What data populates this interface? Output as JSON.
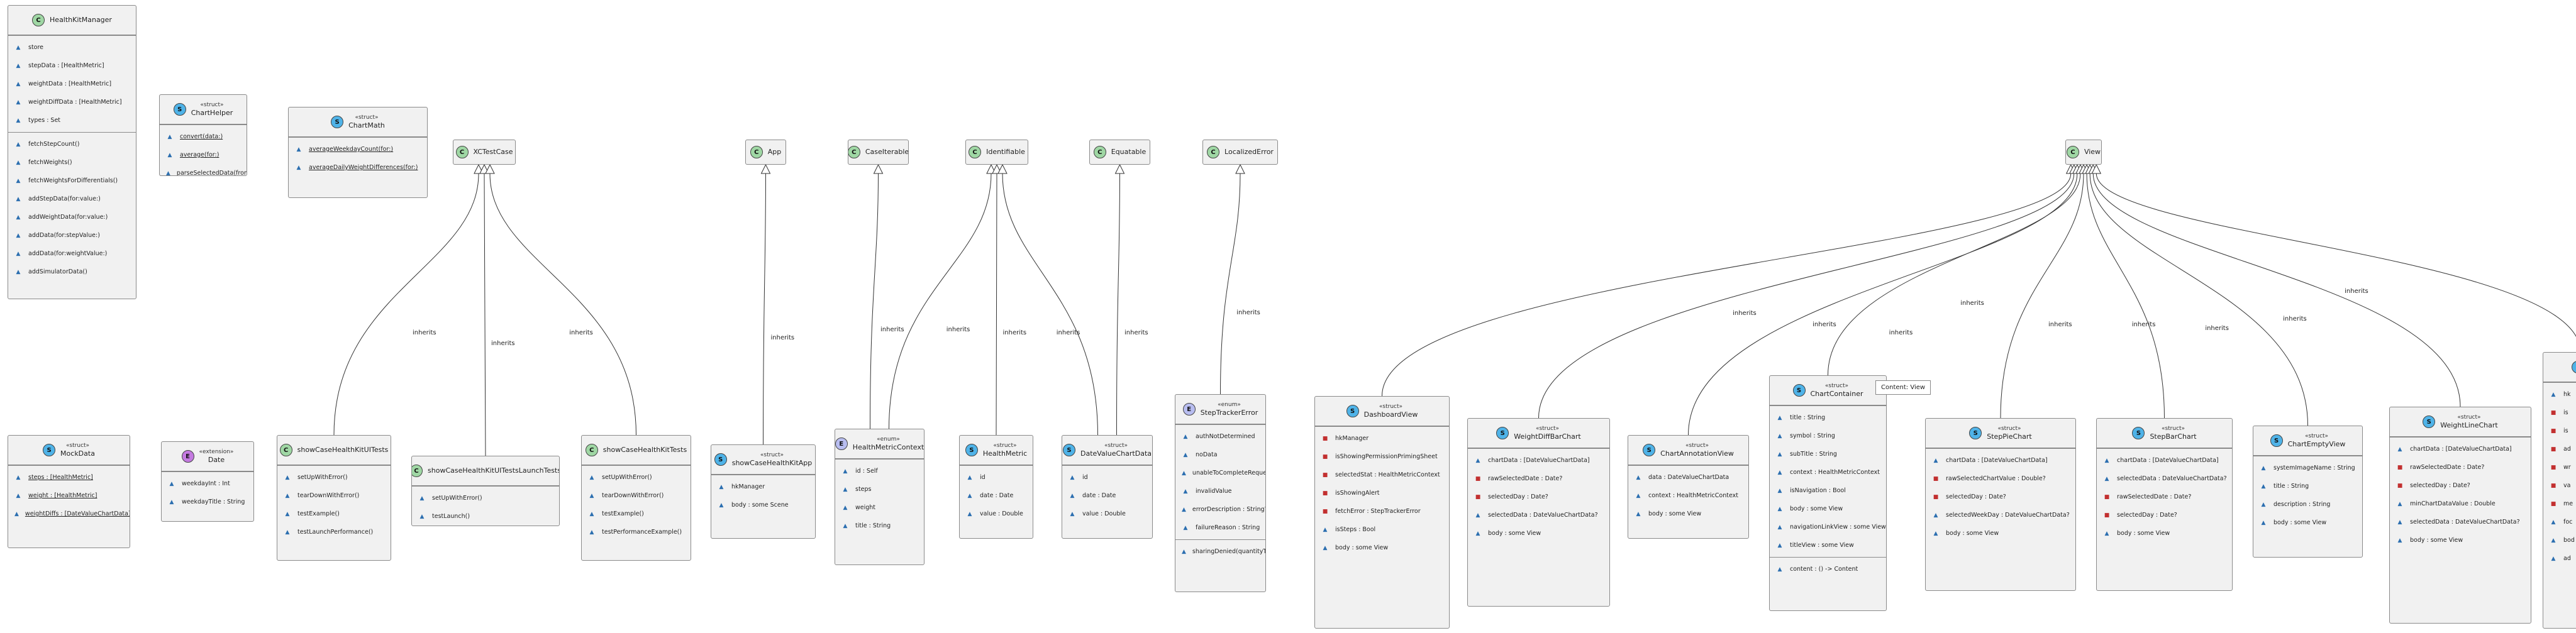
{
  "edge_label": "inherits",
  "note_text": "Content: View",
  "classes": [
    {
      "id": "HealthKitManager",
      "badge": "C",
      "name": "HealthKitManager",
      "stereo": "",
      "sections": [
        [
          {
            "v": "pkg",
            "t": "store"
          },
          {
            "v": "pkg",
            "t": "stepData : [HealthMetric]"
          },
          {
            "v": "pkg",
            "t": "weightData : [HealthMetric]"
          },
          {
            "v": "pkg",
            "t": "weightDiffData : [HealthMetric]"
          },
          {
            "v": "pkg",
            "t": "types : Set"
          }
        ],
        [
          {
            "v": "pkg",
            "t": "fetchStepCount()"
          },
          {
            "v": "pkg",
            "t": "fetchWeights()"
          },
          {
            "v": "pkg",
            "t": "fetchWeightsForDifferentials()"
          },
          {
            "v": "pkg",
            "t": "addStepData(for:value:)"
          },
          {
            "v": "pkg",
            "t": "addWeightData(for:value:)"
          },
          {
            "v": "pkg",
            "t": "addData(for:stepValue:)"
          },
          {
            "v": "pkg",
            "t": "addData(for:weightValue:)"
          },
          {
            "v": "pkg",
            "t": "addSimulatorData()"
          }
        ]
      ]
    },
    {
      "id": "ChartHelper",
      "badge": "S",
      "name": "ChartHelper",
      "stereo": "«struct»",
      "sections": [
        [
          {
            "v": "pkg",
            "t": "convert(data:)",
            "s": true
          },
          {
            "v": "pkg",
            "t": "average(for:)",
            "s": true
          },
          {
            "v": "pkg",
            "t": "parseSelectedData(from:in:)",
            "s": true
          }
        ]
      ]
    },
    {
      "id": "ChartMath",
      "badge": "S",
      "name": "ChartMath",
      "stereo": "«struct»",
      "sections": [
        [
          {
            "v": "pkg",
            "t": "averageWeekdayCount(for:)",
            "s": true
          },
          {
            "v": "pkg",
            "t": "averageDailyWeightDifferences(for:)",
            "s": true
          }
        ]
      ]
    },
    {
      "id": "XCTestCase",
      "badge": "C",
      "name": "XCTestCase",
      "stereo": "",
      "sections": []
    },
    {
      "id": "App",
      "badge": "C",
      "name": "App",
      "stereo": "",
      "sections": []
    },
    {
      "id": "CaseIterable",
      "badge": "C",
      "name": "CaseIterable",
      "stereo": "",
      "sections": []
    },
    {
      "id": "Identifiable",
      "badge": "C",
      "name": "Identifiable",
      "stereo": "",
      "sections": []
    },
    {
      "id": "Equatable",
      "badge": "C",
      "name": "Equatable",
      "stereo": "",
      "sections": []
    },
    {
      "id": "LocalizedError",
      "badge": "C",
      "name": "LocalizedError",
      "stereo": "",
      "sections": []
    },
    {
      "id": "View",
      "badge": "C",
      "name": "View",
      "stereo": "",
      "sections": []
    },
    {
      "id": "MockData",
      "badge": "S",
      "name": "MockData",
      "stereo": "«struct»",
      "sections": [
        [
          {
            "v": "pkg",
            "t": "steps : [HealthMetric]",
            "s": true
          },
          {
            "v": "pkg",
            "t": "weight : [HealthMetric]",
            "s": true
          },
          {
            "v": "pkg",
            "t": "weightDiffs : [DateValueChartData]",
            "s": true
          }
        ]
      ]
    },
    {
      "id": "Date",
      "badge": "X",
      "name": "Date",
      "stereo": "«extension»",
      "sections": [
        [
          {
            "v": "pkg",
            "t": "weekdayInt : Int"
          },
          {
            "v": "pkg",
            "t": "weekdayTitle : String"
          }
        ]
      ]
    },
    {
      "id": "showCaseHealthKitUITests",
      "badge": "C",
      "name": "showCaseHealthKitUITests",
      "stereo": "",
      "sections": [
        [
          {
            "v": "pkg",
            "t": "setUpWithError()"
          },
          {
            "v": "pkg",
            "t": "tearDownWithError()"
          },
          {
            "v": "pkg",
            "t": "testExample()"
          },
          {
            "v": "pkg",
            "t": "testLaunchPerformance()"
          }
        ]
      ]
    },
    {
      "id": "showCaseHealthKitUITestsLaunchTests",
      "badge": "C",
      "name": "showCaseHealthKitUITestsLaunchTests",
      "stereo": "",
      "sections": [
        [
          {
            "v": "pkg",
            "t": "setUpWithError()"
          },
          {
            "v": "pkg",
            "t": "testLaunch()"
          }
        ]
      ]
    },
    {
      "id": "showCaseHealthKitTests",
      "badge": "C",
      "name": "showCaseHealthKitTests",
      "stereo": "",
      "sections": [
        [
          {
            "v": "pkg",
            "t": "setUpWithError()"
          },
          {
            "v": "pkg",
            "t": "tearDownWithError()"
          },
          {
            "v": "pkg",
            "t": "testExample()"
          },
          {
            "v": "pkg",
            "t": "testPerformanceExample()"
          }
        ]
      ]
    },
    {
      "id": "showCaseHealthKitApp",
      "badge": "S",
      "name": "showCaseHealthKitApp",
      "stereo": "«struct»",
      "sections": [
        [
          {
            "v": "pkg",
            "t": "hkManager"
          },
          {
            "v": "pkg",
            "t": "body : some Scene"
          }
        ]
      ]
    },
    {
      "id": "HealthMetricContext",
      "badge": "E",
      "name": "HealthMetricContext",
      "stereo": "«enum»",
      "sections": [
        [
          {
            "v": "pkg",
            "t": "id : Self"
          },
          {
            "v": "pkg",
            "t": "steps"
          },
          {
            "v": "pkg",
            "t": "weight"
          },
          {
            "v": "pkg",
            "t": "title : String"
          }
        ]
      ]
    },
    {
      "id": "HealthMetric",
      "badge": "S",
      "name": "HealthMetric",
      "stereo": "«struct»",
      "sections": [
        [
          {
            "v": "pkg",
            "t": "id"
          },
          {
            "v": "pkg",
            "t": "date : Date"
          },
          {
            "v": "pkg",
            "t": "value : Double"
          }
        ]
      ]
    },
    {
      "id": "DateValueChartData",
      "badge": "S",
      "name": "DateValueChartData",
      "stereo": "«struct»",
      "sections": [
        [
          {
            "v": "pkg",
            "t": "id"
          },
          {
            "v": "pkg",
            "t": "date : Date"
          },
          {
            "v": "pkg",
            "t": "value : Double"
          }
        ]
      ]
    },
    {
      "id": "StepTrackerError",
      "badge": "E",
      "name": "StepTrackerError",
      "stereo": "«enum»",
      "sections": [
        [
          {
            "v": "pkg",
            "t": "authNotDetermined"
          },
          {
            "v": "pkg",
            "t": "noData"
          },
          {
            "v": "pkg",
            "t": "unableToCompleteRequest"
          },
          {
            "v": "pkg",
            "t": "invalidValue"
          },
          {
            "v": "pkg",
            "t": "errorDescription : String?"
          },
          {
            "v": "pkg",
            "t": "failureReason : String"
          }
        ],
        [
          {
            "v": "pkg",
            "t": "sharingDenied(quantityType:)"
          }
        ]
      ]
    },
    {
      "id": "DashboardView",
      "badge": "S",
      "name": "DashboardView",
      "stereo": "«struct»",
      "sections": [
        [
          {
            "v": "priv",
            "t": "hkManager"
          },
          {
            "v": "priv",
            "t": "isShowingPermissionPrimingSheet"
          },
          {
            "v": "priv",
            "t": "selectedStat : HealthMetricContext"
          },
          {
            "v": "priv",
            "t": "isShowingAlert"
          },
          {
            "v": "priv",
            "t": "fetchError : StepTrackerError"
          },
          {
            "v": "pkg",
            "t": "isSteps : Bool"
          },
          {
            "v": "pkg",
            "t": "body : some View"
          }
        ]
      ]
    },
    {
      "id": "WeightDiffBarChart",
      "badge": "S",
      "name": "WeightDiffBarChart",
      "stereo": "«struct»",
      "sections": [
        [
          {
            "v": "pkg",
            "t": "chartData : [DateValueChartData]"
          },
          {
            "v": "priv",
            "t": "rawSelectedDate : Date?"
          },
          {
            "v": "priv",
            "t": "selectedDay : Date?"
          },
          {
            "v": "pkg",
            "t": "selectedData : DateValueChartData?"
          },
          {
            "v": "pkg",
            "t": "body : some View"
          }
        ]
      ]
    },
    {
      "id": "ChartAnnotationView",
      "badge": "S",
      "name": "ChartAnnotationView",
      "stereo": "«struct»",
      "sections": [
        [
          {
            "v": "pkg",
            "t": "data : DateValueChartData"
          },
          {
            "v": "pkg",
            "t": "context : HealthMetricContext"
          },
          {
            "v": "pkg",
            "t": "body : some View"
          }
        ]
      ]
    },
    {
      "id": "ChartContainer",
      "badge": "S",
      "name": "ChartContainer",
      "stereo": "«struct»",
      "sections": [
        [
          {
            "v": "pkg",
            "t": "title : String"
          },
          {
            "v": "pkg",
            "t": "symbol : String"
          },
          {
            "v": "pkg",
            "t": "subTitle : String"
          },
          {
            "v": "pkg",
            "t": "context : HealthMetricContext"
          },
          {
            "v": "pkg",
            "t": "isNavigation : Bool"
          },
          {
            "v": "pkg",
            "t": "body : some View"
          },
          {
            "v": "pkg",
            "t": "navigationLinkView : some View"
          },
          {
            "v": "pkg",
            "t": "titleView : some View"
          }
        ],
        [
          {
            "v": "pkg",
            "t": "content : () -> Content"
          }
        ]
      ]
    },
    {
      "id": "StepPieChart",
      "badge": "S",
      "name": "StepPieChart",
      "stereo": "«struct»",
      "sections": [
        [
          {
            "v": "pkg",
            "t": "chartData : [DateValueChartData]"
          },
          {
            "v": "priv",
            "t": "rawSelectedChartValue : Double?"
          },
          {
            "v": "priv",
            "t": "selectedDay : Date?"
          },
          {
            "v": "pkg",
            "t": "selectedWeekDay : DateValueChartData?"
          },
          {
            "v": "pkg",
            "t": "body : some View"
          }
        ]
      ]
    },
    {
      "id": "StepBarChart",
      "badge": "S",
      "name": "StepBarChart",
      "stereo": "«struct»",
      "sections": [
        [
          {
            "v": "pkg",
            "t": "chartData : [DateValueChartData]"
          },
          {
            "v": "pkg",
            "t": "selectedData : DateValueChartData?"
          },
          {
            "v": "priv",
            "t": "rawSelectedDate : Date?"
          },
          {
            "v": "priv",
            "t": "selectedDay : Date?"
          },
          {
            "v": "pkg",
            "t": "body : some View"
          }
        ]
      ]
    },
    {
      "id": "ChartEmptyView",
      "badge": "S",
      "name": "ChartEmptyView",
      "stereo": "«struct»",
      "sections": [
        [
          {
            "v": "pkg",
            "t": "systemImageName : String"
          },
          {
            "v": "pkg",
            "t": "title : String"
          },
          {
            "v": "pkg",
            "t": "description : String"
          },
          {
            "v": "pkg",
            "t": "body : some View"
          }
        ]
      ]
    },
    {
      "id": "WeightLineChart",
      "badge": "S",
      "name": "WeightLineChart",
      "stereo": "«struct»",
      "sections": [
        [
          {
            "v": "pkg",
            "t": "chartData : [DateValueChartData]"
          },
          {
            "v": "priv",
            "t": "rawSelectedDate : Date?"
          },
          {
            "v": "priv",
            "t": "selectedDay : Date?"
          },
          {
            "v": "pkg",
            "t": "minChartDataValue : Double"
          },
          {
            "v": "pkg",
            "t": "selectedData : DateValueChartData?"
          },
          {
            "v": "pkg",
            "t": "body : some View"
          }
        ]
      ]
    },
    {
      "id": "CutOffView",
      "badge": "S",
      "name": "",
      "stereo": "",
      "sections": [
        [
          {
            "v": "pkg",
            "t": "hk"
          },
          {
            "v": "priv",
            "t": "is"
          },
          {
            "v": "priv",
            "t": "is"
          },
          {
            "v": "priv",
            "t": "ad"
          },
          {
            "v": "priv",
            "t": "wr"
          },
          {
            "v": "priv",
            "t": "va"
          },
          {
            "v": "priv",
            "t": "me"
          },
          {
            "v": "pkg",
            "t": "foc"
          },
          {
            "v": "pkg",
            "t": "bod"
          },
          {
            "v": "pkg",
            "t": "ad"
          }
        ]
      ]
    }
  ],
  "edges": [
    [
      "showCaseHealthKitUITests",
      "XCTestCase"
    ],
    [
      "showCaseHealthKitUITestsLaunchTests",
      "XCTestCase"
    ],
    [
      "showCaseHealthKitTests",
      "XCTestCase"
    ],
    [
      "showCaseHealthKitApp",
      "App"
    ],
    [
      "HealthMetricContext",
      "CaseIterable"
    ],
    [
      "HealthMetricContext",
      "Identifiable"
    ],
    [
      "HealthMetric",
      "Identifiable"
    ],
    [
      "DateValueChartData",
      "Identifiable"
    ],
    [
      "DateValueChartData",
      "Equatable"
    ],
    [
      "StepTrackerError",
      "LocalizedError"
    ],
    [
      "DashboardView",
      "View"
    ],
    [
      "WeightDiffBarChart",
      "View"
    ],
    [
      "ChartAnnotationView",
      "View"
    ],
    [
      "ChartContainer",
      "View"
    ],
    [
      "StepPieChart",
      "View"
    ],
    [
      "StepBarChart",
      "View"
    ],
    [
      "ChartEmptyView",
      "View"
    ],
    [
      "WeightLineChart",
      "View"
    ],
    [
      "CutOffView",
      "View"
    ]
  ]
}
